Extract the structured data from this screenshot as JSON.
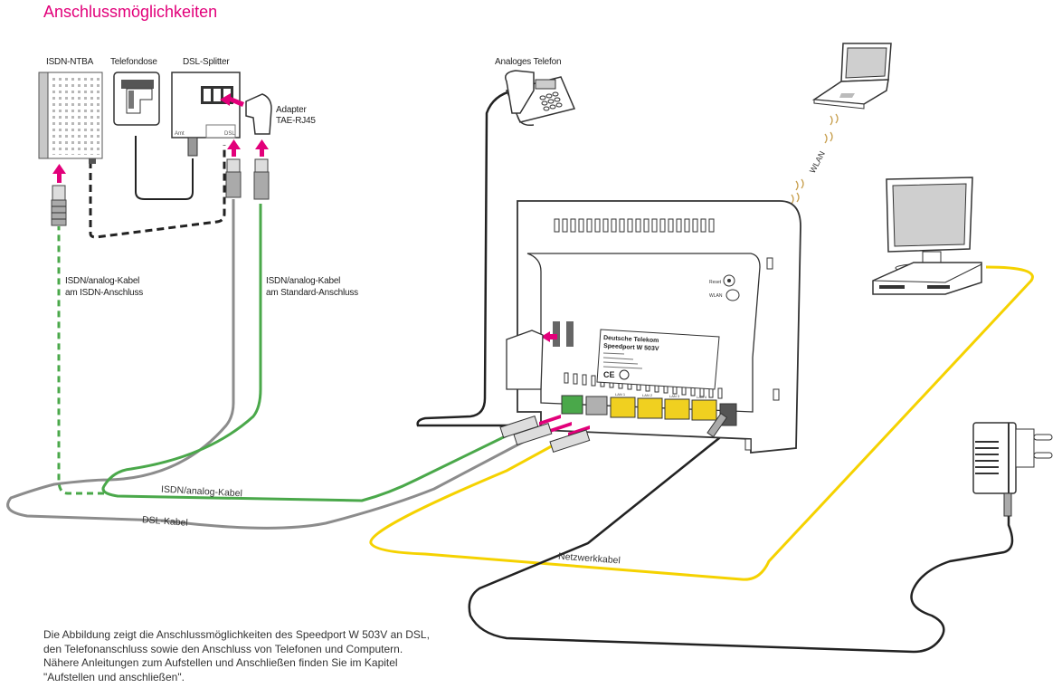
{
  "title": "Anschlussmöglichkeiten",
  "devices": {
    "isdn_ntba": "ISDN-NTBA",
    "telefondose": "Telefondose",
    "dsl_splitter": "DSL-Splitter",
    "adapter_line1": "Adapter",
    "adapter_line2": "TAE-RJ45",
    "analog_phone": "Analoges Telefon",
    "splitter_port_amt": "Amt",
    "splitter_port_dsl": "DSL"
  },
  "cable_labels": {
    "isdn_cable_isdn_line1": "ISDN/analog-Kabel",
    "isdn_cable_isdn_line2": "am ISDN-Anschluss",
    "isdn_cable_std_line1": "ISDN/analog-Kabel",
    "isdn_cable_std_line2": "am Standard-Anschluss",
    "isdn_analog_cable": "ISDN/analog-Kabel",
    "dsl_cable": "DSL-Kabel",
    "network_cable": "Netzwerkkabel",
    "wlan": "WLAN"
  },
  "router": {
    "brand": "Deutsche Telekom",
    "model": "Speedport W 503V",
    "reset_label": "Reset",
    "wlan_label": "WLAN",
    "lan_ports": [
      "LAN 1",
      "LAN 2",
      "LAN 3",
      "LAN 4"
    ]
  },
  "colors": {
    "accent": "#e2007a",
    "isdn_cable": "#4aa84a",
    "dsl_cable": "#8c8c8c",
    "network_cable": "#f5d200",
    "power_cable": "#222222"
  },
  "caption": [
    "Die Abbildung zeigt die Anschlussmöglichkeiten des Speedport W 503V an DSL,",
    "den Telefonanschluss sowie den Anschluss von Telefonen und Computern.",
    "Nähere Anleitungen zum Aufstellen und Anschließen finden Sie im Kapitel",
    "\"Aufstellen und anschließen\"."
  ]
}
